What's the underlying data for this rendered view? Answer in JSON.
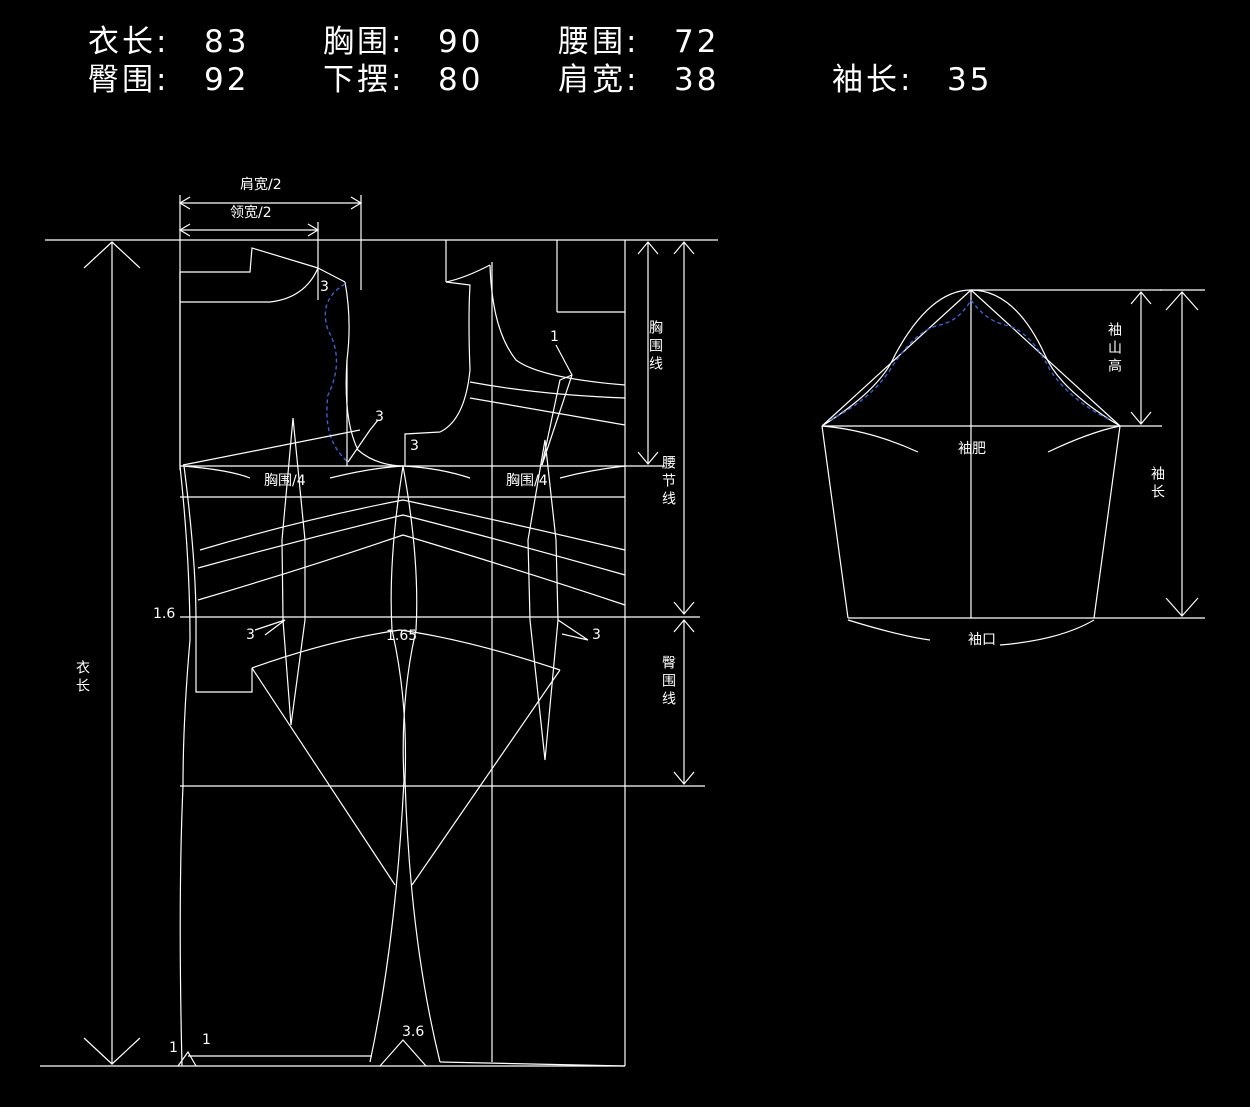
{
  "measurements": [
    {
      "label": "衣长:",
      "value": "83"
    },
    {
      "label": "胸围:",
      "value": "90"
    },
    {
      "label": "腰围:",
      "value": "72"
    },
    {
      "label": "臀围:",
      "value": "92"
    },
    {
      "label": "下摆:",
      "value": "80"
    },
    {
      "label": "肩宽:",
      "value": "38"
    },
    {
      "label": "袖长:",
      "value": "35"
    }
  ],
  "labels": {
    "shoulder_half": "肩宽/2",
    "collar_half": "领宽/2",
    "bust_quarter_left": "胸围/4",
    "bust_quarter_right": "胸围/4",
    "bust_line": "胸围线",
    "waist_line": "腰节线",
    "hip_line": "臀围线",
    "garment_length": "衣长",
    "sleeve_cap_height": "袖山高",
    "sleeve_width": "袖肥",
    "sleeve_cuff": "袖口",
    "sleeve_length": "袖长"
  },
  "dims": {
    "d3_neck": "3",
    "d3_armhole": "3",
    "d3_front": "3",
    "d1_front": "1",
    "d1_6": "1.6",
    "d3_left_dart": "3",
    "d1_65": "1.65",
    "d3_right_dart": "3",
    "d1_hem_a": "1",
    "d1_hem_b": "1",
    "d3_6": "3.6"
  }
}
